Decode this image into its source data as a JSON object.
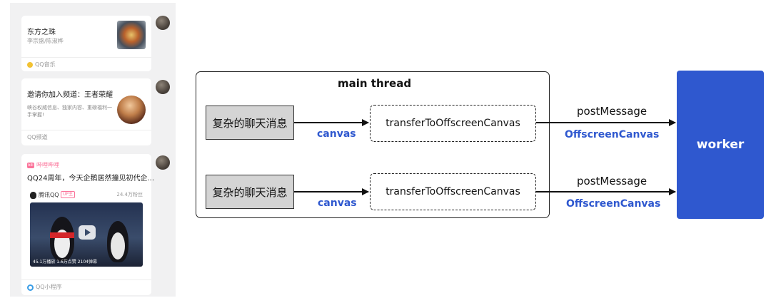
{
  "chat": {
    "music_card": {
      "title": "东方之珠",
      "subtitle": "李宗盛/陈淑桦",
      "source": "QQ音乐"
    },
    "channel_card": {
      "title": "邀请你加入频道：王者荣耀",
      "description": "峡谷权威信息、独家内容、重磅福利一手掌握!",
      "source": "QQ频道"
    },
    "video_card": {
      "app_name": "哔哩哔哩",
      "app_icon_text": "bili",
      "title": "QQ24周年，今天企鹅居然撞见初代企...",
      "publisher": "腾讯QQ",
      "badge": "UP主",
      "fans": "24.4万粉丝",
      "stats": "45.1万播放  1.6万点赞  2104弹幕",
      "source": "QQ小程序"
    }
  },
  "diagram": {
    "main_thread_label": "main thread",
    "message_box_label": "复杂的聊天消息",
    "transfer_box_label": "transferToOffscreenCanvas",
    "canvas_label": "canvas",
    "post_message_label": "postMessage",
    "offscreen_label": "OffscreenCanvas",
    "worker_label": "worker"
  },
  "colors": {
    "accent_blue": "#2f58cf",
    "message_box_fill": "#d4d4d4"
  }
}
